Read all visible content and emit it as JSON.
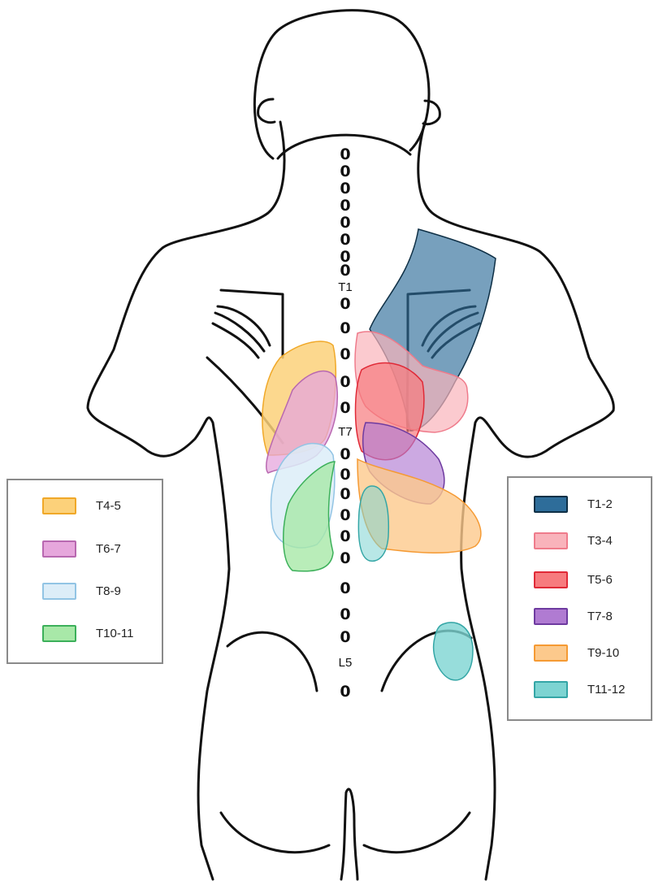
{
  "spine": {
    "marker_glyph": "0",
    "labels": {
      "t1": "T1",
      "t7": "T7",
      "l5": "L5"
    }
  },
  "legend_left": [
    {
      "label": "T4-5",
      "fill": "#fcd17a",
      "stroke": "#f0a828"
    },
    {
      "label": "T6-7",
      "fill": "#e6a6dc",
      "stroke": "#b868b0"
    },
    {
      "label": "T8-9",
      "fill": "#dcedf8",
      "stroke": "#92c4e4"
    },
    {
      "label": "T10-11",
      "fill": "#a8e8a8",
      "stroke": "#3cb05a"
    }
  ],
  "legend_right": [
    {
      "label": "T1-2",
      "fill": "#2e6d9a",
      "stroke": "#0f3046"
    },
    {
      "label": "T3-4",
      "fill": "#f9b3bb",
      "stroke": "#ef7b8b"
    },
    {
      "label": "T5-6",
      "fill": "#f77b7e",
      "stroke": "#e02a37"
    },
    {
      "label": "T7-8",
      "fill": "#b07bd2",
      "stroke": "#6e3ba0"
    },
    {
      "label": "T9-10",
      "fill": "#fcc98c",
      "stroke": "#f59a33"
    },
    {
      "label": "T11-12",
      "fill": "#7dd4d2",
      "stroke": "#34a6a6"
    }
  ]
}
